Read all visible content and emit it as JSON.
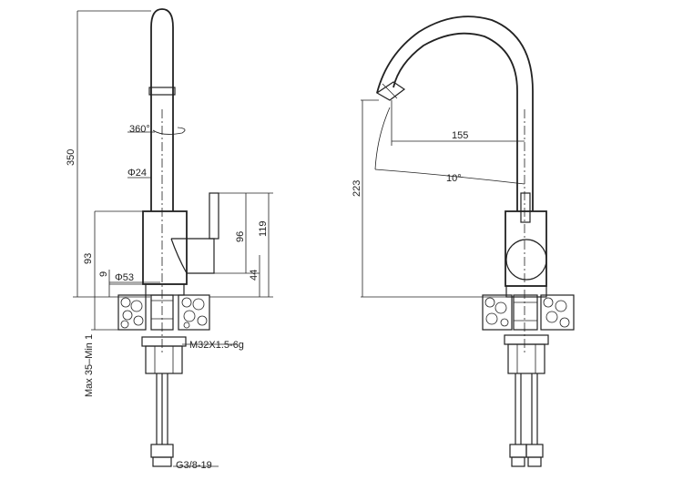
{
  "front_view": {
    "total_height": "350",
    "body_height": "93",
    "base_offset": "9",
    "lever_height": "96",
    "side_height": "119",
    "lever_offset": "44",
    "rotation": "360°",
    "spout_diameter": "Φ24",
    "body_diameter": "Φ53",
    "thread": "M32X1.5-6g",
    "hose_thread": "G3/8-19",
    "counter_thickness": "Max 35–Min 1"
  },
  "side_view": {
    "reach": "155",
    "height": "223",
    "angle": "10°"
  },
  "colors": {
    "line": "#222222",
    "background": "#ffffff"
  }
}
